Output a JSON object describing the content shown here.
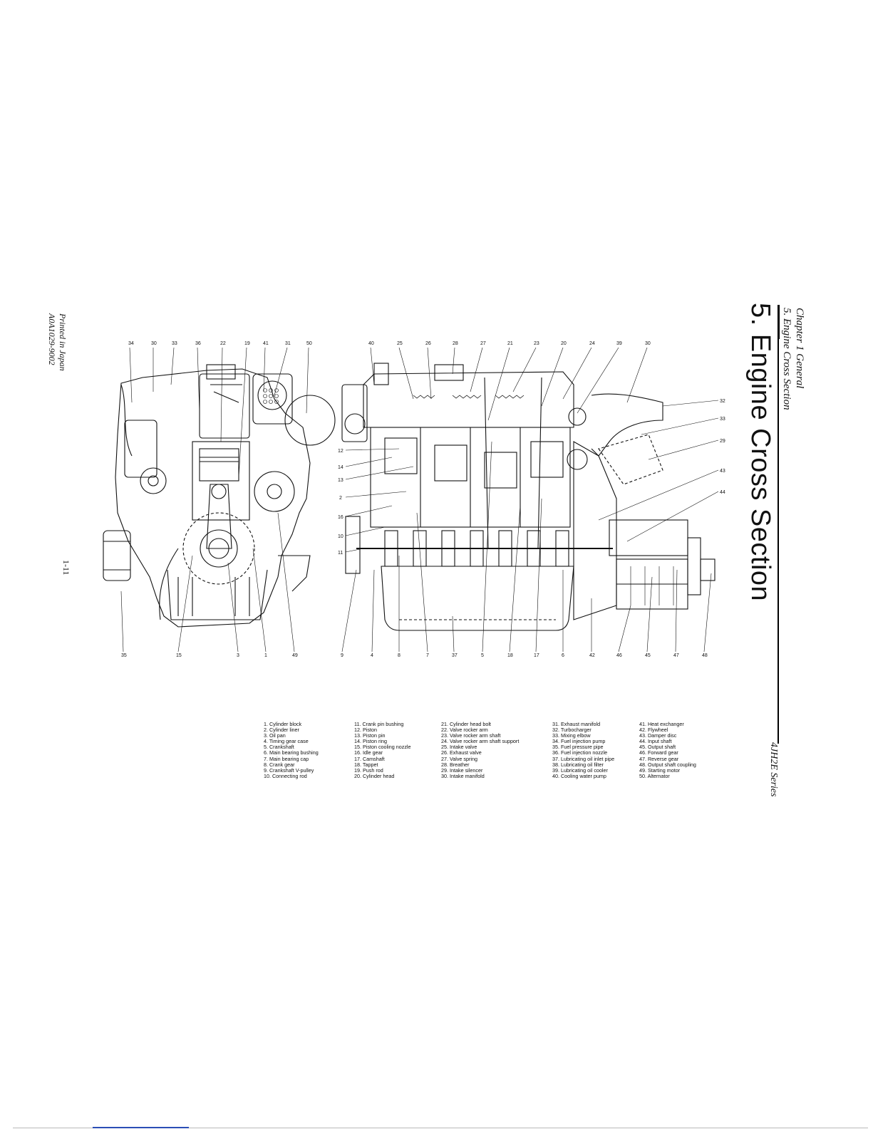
{
  "header": {
    "chapter": "Chapter 1 General",
    "section": "5. Engine Cross Section",
    "title": "5. Engine Cross Section",
    "series": "4JH2E Series"
  },
  "footer": {
    "printed": "Printed in Japan",
    "code": "A0A1029-9002",
    "page": "1-11"
  },
  "callouts": {
    "left_top": [
      "34",
      "30",
      "33",
      "36",
      "22",
      "19",
      "41",
      "31",
      "50"
    ],
    "left_bottom": [
      "35",
      "15",
      "3",
      "1",
      "49"
    ],
    "right_top": [
      "40",
      "25",
      "26",
      "28",
      "27",
      "21",
      "23",
      "20",
      "24",
      "39",
      "30"
    ],
    "right_side": [
      "32",
      "33",
      "29",
      "43",
      "44"
    ],
    "right_left": [
      "12",
      "14",
      "13",
      "2",
      "16",
      "10",
      "11"
    ],
    "right_bottom": [
      "9",
      "4",
      "8",
      "7",
      "37",
      "5",
      "18",
      "17",
      "6",
      "42",
      "46",
      "45",
      "47",
      "48"
    ]
  },
  "legend": {
    "col1": [
      "1. Cylinder block",
      "2. Cylinder liner",
      "3. Oil pan",
      "4. Timing gear case",
      "5. Crankshaft",
      "6. Main bearing bushing",
      "7. Main bearing cap",
      "8. Crank gear",
      "9. Crankshaft V-pulley",
      "10. Connecting rod"
    ],
    "col2": [
      "11. Crank pin bushing",
      "12. Piston",
      "13. Piston pin",
      "14. Piston ring",
      "15. Piston cooling nozzle",
      "16. Idle gear",
      "17. Camshaft",
      "18. Tappet",
      "19. Push rod",
      "20. Cylinder head"
    ],
    "col3": [
      "21. Cylinder head bolt",
      "22. Valve rocker arm",
      "23. Valve rocker arm shaft",
      "24. Valve rocker arm shaft support",
      "25. Intake valve",
      "26. Exhaust valve",
      "27. Valve spring",
      "28. Breather",
      "29. Intake silencer",
      "30. Intake manifold"
    ],
    "col4": [
      "31. Exhaust manifold",
      "32. Turbocharger",
      "33. Mixing elbow",
      "34. Fuel injection pump",
      "35. Fuel pressure pipe",
      "36. Fuel injection nozzle",
      "37. Lubricating oil inlet pipe",
      "38. Lubricating oil filter",
      "39. Lubricating oil cooler",
      "40. Cooling water pump"
    ],
    "col5": [
      "41. Heat exchanger",
      "42. Flywheel",
      "43. Damper disc",
      "44. Input shaft",
      "45. Output shaft",
      "46. Forward gear",
      "47. Reverse gear",
      "48. Output shaft coupling",
      "49. Starting motor",
      "50. Alternator"
    ]
  }
}
